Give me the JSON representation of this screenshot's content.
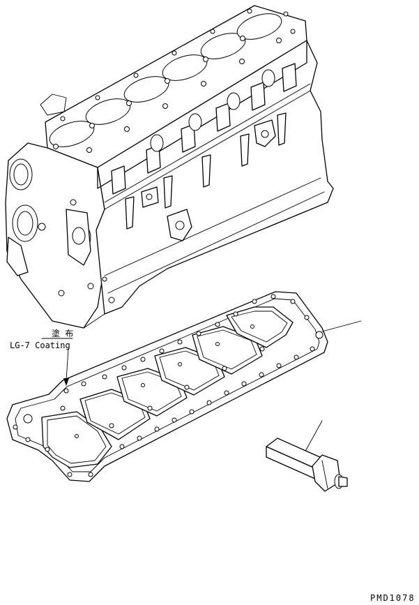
{
  "drawing": {
    "callout_japanese": "塗 布",
    "callout_coating": "LG-7 Coating",
    "code": "PMD1078"
  },
  "parts": {
    "engine_block": "cylinder-block",
    "gasket": "oil-pan-gasket",
    "tool": "stud-installer"
  },
  "colors": {
    "line": "#000000",
    "paper": "#ffffff"
  }
}
